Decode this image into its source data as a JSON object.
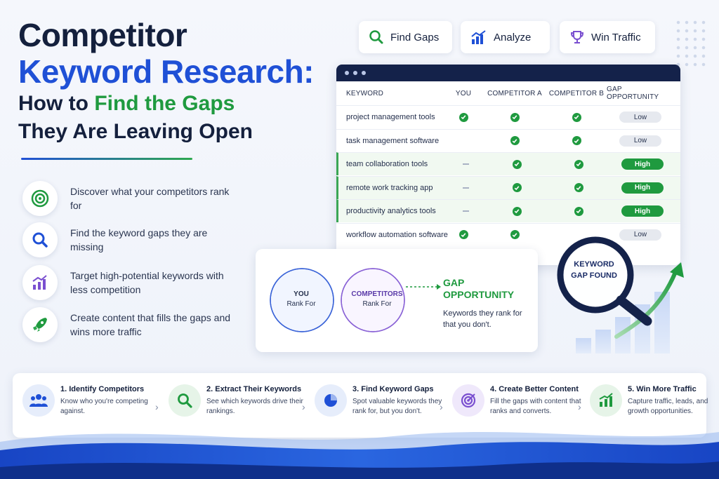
{
  "title": {
    "line1": "Competitor",
    "line2": "Keyword Research:",
    "line3_pre": "How to ",
    "line3_green": "Find the Gaps",
    "line4": "They Are Leaving Open"
  },
  "benefits": [
    {
      "icon": "target-icon",
      "text": "Discover what your competitors rank for"
    },
    {
      "icon": "search-icon",
      "text": "Find the keyword gaps they are missing"
    },
    {
      "icon": "growth-chart-icon",
      "text": "Target high-potential keywords with less competition"
    },
    {
      "icon": "rocket-icon",
      "text": "Create content that fills the gaps and wins more traffic"
    }
  ],
  "top_buttons": [
    {
      "icon": "search-icon",
      "label": "Find Gaps"
    },
    {
      "icon": "chart-icon",
      "label": "Analyze"
    },
    {
      "icon": "trophy-icon",
      "label": "Win Traffic"
    }
  ],
  "table": {
    "headers": [
      "KEYWORD",
      "YOU",
      "COMPETITOR A",
      "COMPETITOR B",
      "GAP OPPORTUNITY"
    ],
    "rows": [
      {
        "keyword": "project management tools",
        "you": "check",
        "a": "check",
        "b": "check",
        "gap": "Low",
        "highlight": false
      },
      {
        "keyword": "task management software",
        "you": "none",
        "a": "check",
        "b": "check",
        "gap": "Low",
        "highlight": false
      },
      {
        "keyword": "team collaboration tools",
        "you": "dash",
        "a": "check",
        "b": "check",
        "gap": "High",
        "highlight": true
      },
      {
        "keyword": "remote work tracking app",
        "you": "dash",
        "a": "check",
        "b": "check",
        "gap": "High",
        "highlight": true
      },
      {
        "keyword": "productivity analytics tools",
        "you": "dash",
        "a": "check",
        "b": "check",
        "gap": "High",
        "highlight": true
      },
      {
        "keyword": "workflow automation software",
        "you": "check",
        "a": "check",
        "b": "none",
        "gap": "Low",
        "highlight": false
      }
    ]
  },
  "venn": {
    "you_title": "YOU",
    "you_sub": "Rank For",
    "comp_title": "COMPETITORS",
    "comp_sub": "Rank For",
    "gap_title": "GAP OPPORTUNITY",
    "gap_sub": "Keywords they rank for that you don't."
  },
  "magnifier": {
    "label": "KEYWORD GAP FOUND"
  },
  "steps": [
    {
      "icon": "people-icon",
      "title": "1. Identify Competitors",
      "desc": "Know who you're competing against."
    },
    {
      "icon": "search-icon",
      "title": "2. Extract Their Keywords",
      "desc": "See which keywords drive their rankings."
    },
    {
      "icon": "pie-chart-icon",
      "title": "3. Find Keyword Gaps",
      "desc": "Spot valuable keywords they rank for, but you don't."
    },
    {
      "icon": "bullseye-icon",
      "title": "4. Create Better Content",
      "desc": "Fill the gaps with content that ranks and converts."
    },
    {
      "icon": "bar-growth-icon",
      "title": "5. Win More Traffic",
      "desc": "Capture traffic, leads, and growth opportunities."
    }
  ],
  "colors": {
    "navy": "#14203d",
    "blue": "#1f50d6",
    "green": "#1f9a3f",
    "purple": "#7a4fd0"
  }
}
